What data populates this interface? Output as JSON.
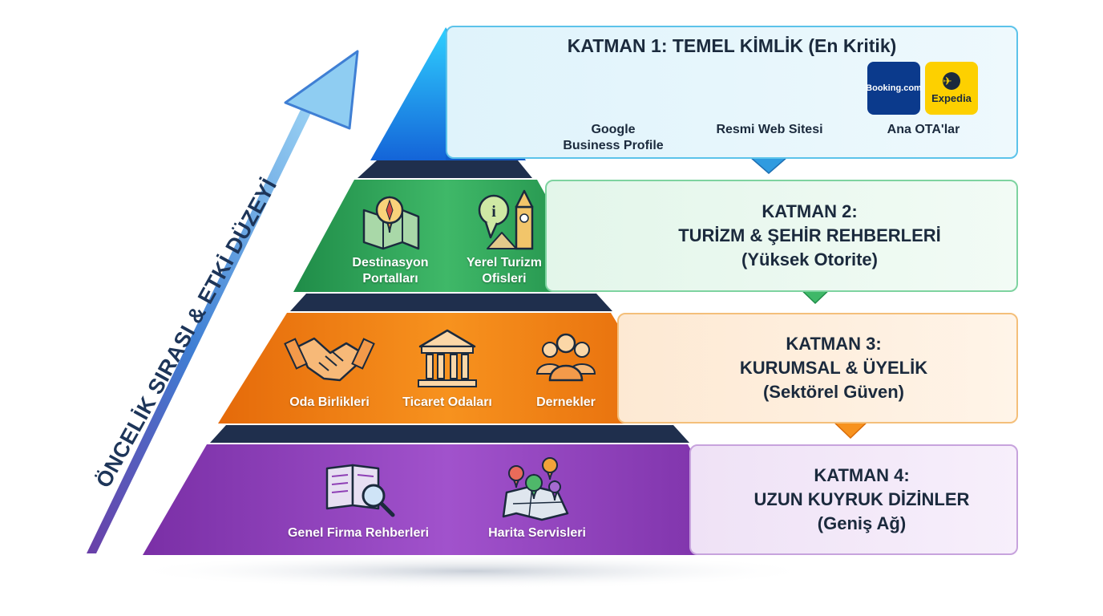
{
  "axis_label": "ÖNCELİK SIRASI & ETKİ DÜZEYİ",
  "tiers": [
    {
      "title": "KATMAN 1: TEMEL KİMLİK (En Kritik)",
      "color": "#1e88e5",
      "items": [
        {
          "label_lines": [
            "Google",
            "Business Profile"
          ],
          "icon": "google-business-icon"
        },
        {
          "label_lines": [
            "Resmi Web Sitesi"
          ],
          "icon": "globe-cursor-icon"
        },
        {
          "label_lines": [
            "Ana OTA'lar"
          ],
          "icon": "ota-logos"
        }
      ],
      "logos": {
        "booking": "Booking.com",
        "expedia": "Expedia"
      }
    },
    {
      "title_lines": [
        "KATMAN 2:",
        "TURİZM & ŞEHİR REHBERLERİ"
      ],
      "subtitle": "(Yüksek Otorite)",
      "color": "#2e9b52",
      "items": [
        {
          "label_lines": [
            "Destinasyon",
            "Portalları"
          ],
          "icon": "map-compass-icon"
        },
        {
          "label_lines": [
            "Yerel Turizm",
            "Ofisleri"
          ],
          "icon": "info-tower-icon"
        }
      ]
    },
    {
      "title_lines": [
        "KATMAN 3:",
        "KURUMSAL & ÜYELİK"
      ],
      "subtitle": "(Sektörel Güven)",
      "color": "#ee7a14",
      "items": [
        {
          "label_lines": [
            "Oda Birlikleri"
          ],
          "icon": "handshake-icon"
        },
        {
          "label_lines": [
            "Ticaret Odaları"
          ],
          "icon": "institution-building-icon"
        },
        {
          "label_lines": [
            "Dernekler"
          ],
          "icon": "people-group-icon"
        }
      ]
    },
    {
      "title_lines": [
        "KATMAN 4:",
        "UZUN KUYRUK DİZİNLER"
      ],
      "subtitle": "(Geniş Ağ)",
      "color": "#8e3fb5",
      "items": [
        {
          "label_lines": [
            "Genel Firma Rehberleri"
          ],
          "icon": "directory-book-search-icon"
        },
        {
          "label_lines": [
            "Harita Servisleri"
          ],
          "icon": "map-pins-icon"
        }
      ]
    }
  ]
}
